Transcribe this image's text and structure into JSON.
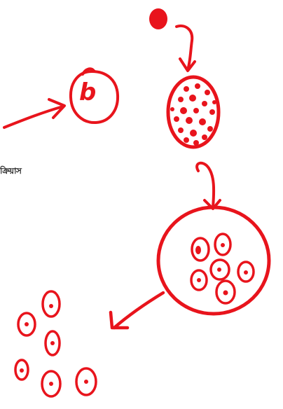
{
  "diagram": {
    "partial_label": "ক্ৰিয়াস",
    "cell_letter": "b",
    "colors": {
      "ink": "#e8141c",
      "text": "#222222",
      "background": "#ffffff"
    },
    "icons": [
      "solid-dot",
      "curved-arrow",
      "straight-arrow",
      "spotted-oval",
      "large-cell",
      "small-cell"
    ]
  }
}
